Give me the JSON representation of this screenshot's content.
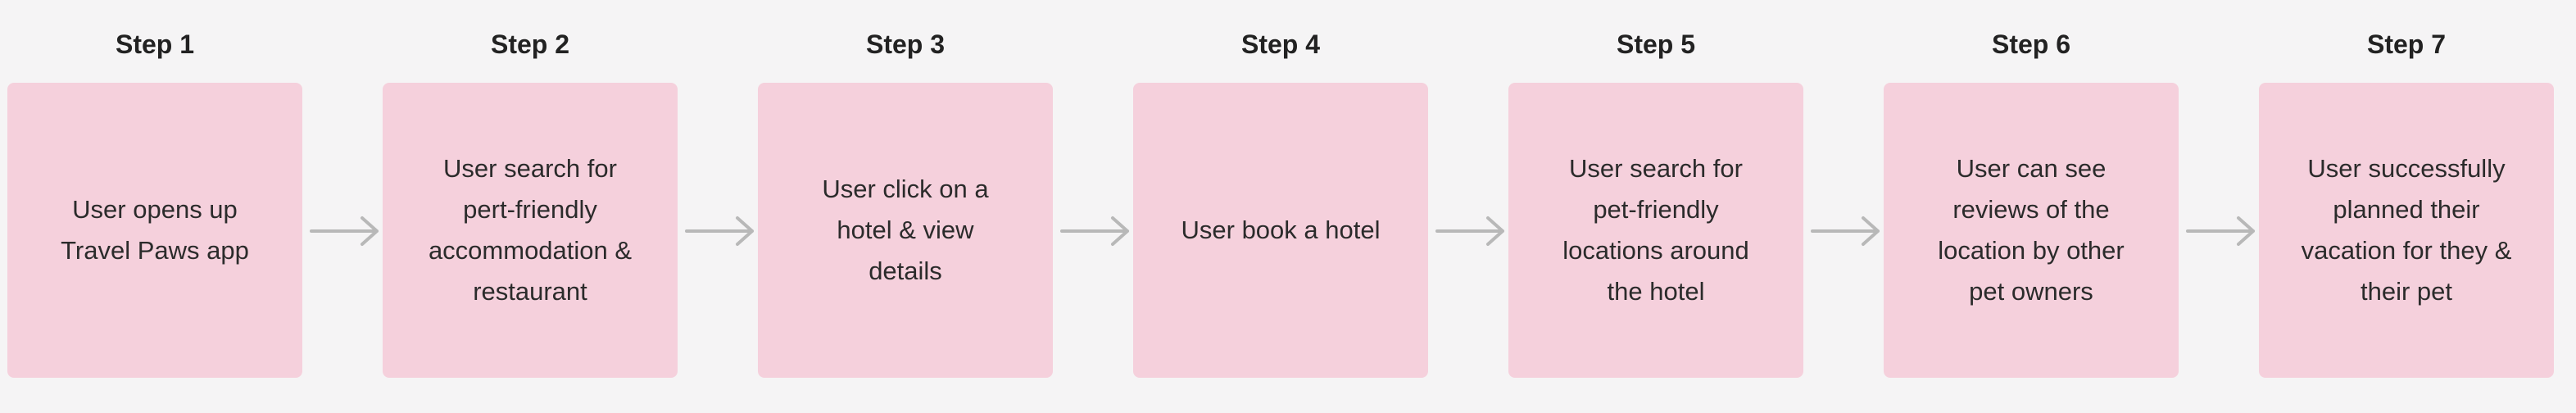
{
  "steps": [
    {
      "label": "Step 1",
      "text": "User opens up\nTravel Paws app"
    },
    {
      "label": "Step 2",
      "text": "User search for\npert-friendly\naccommodation &\nrestaurant"
    },
    {
      "label": "Step 3",
      "text": "User click on a\nhotel & view\ndetails"
    },
    {
      "label": "Step 4",
      "text": "User book a hotel"
    },
    {
      "label": "Step 5",
      "text": "User search for\npet-friendly\nlocations around\nthe hotel"
    },
    {
      "label": "Step 6",
      "text": "User can see\nreviews of the\nlocation by other\npet owners"
    },
    {
      "label": "Step 7",
      "text": "User successfully\nplanned their\nvacation for they &\ntheir pet"
    }
  ],
  "colors": {
    "box_fill": "#f5d0dc",
    "arrow": "#b8b8b8",
    "background": "#f5f4f5"
  }
}
